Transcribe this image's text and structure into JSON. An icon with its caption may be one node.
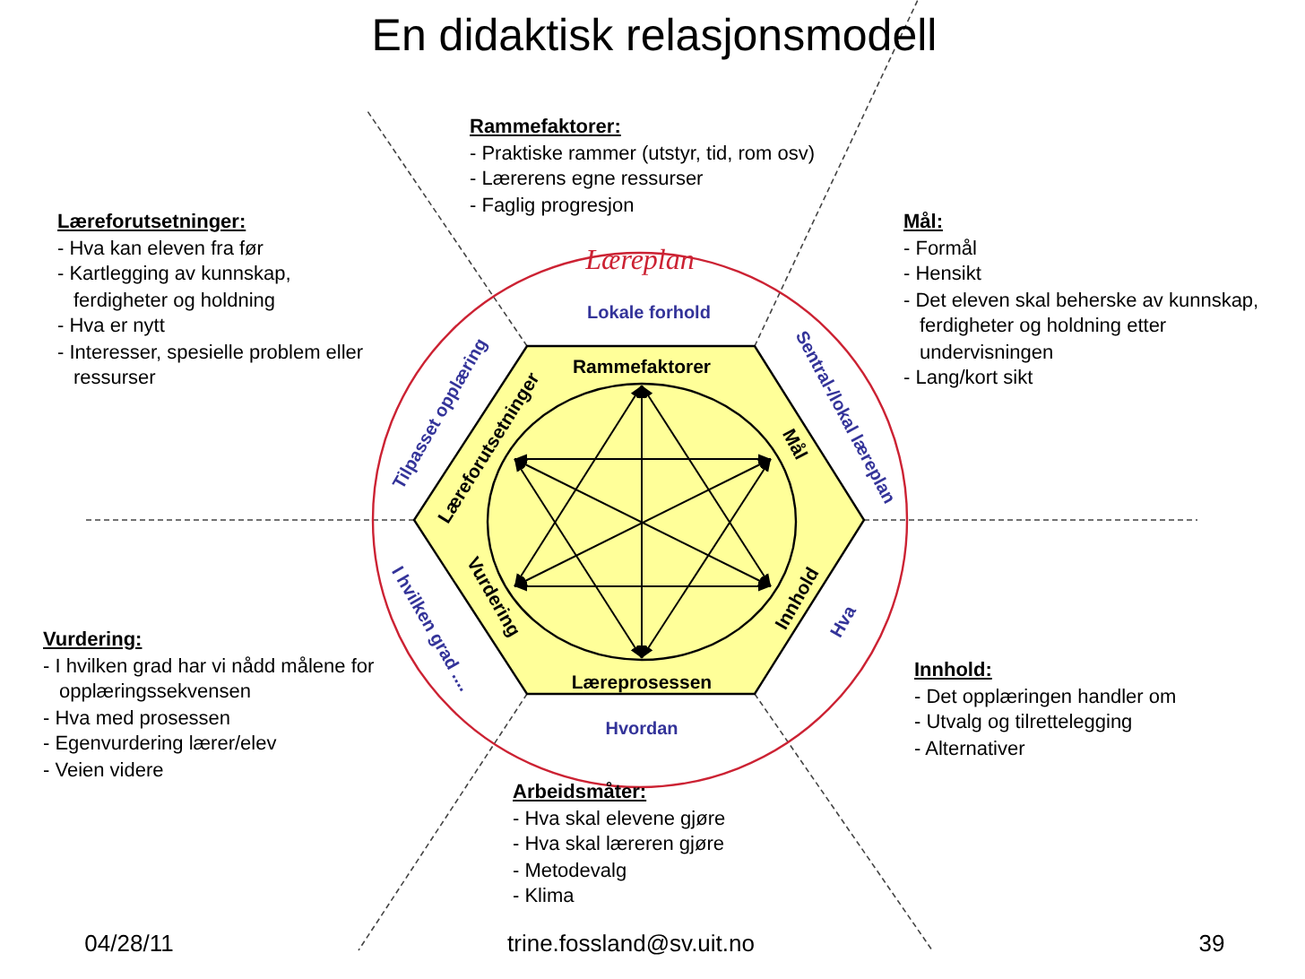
{
  "diagram": {
    "title": "En didaktisk relasjonsmodell",
    "nodes": [
      {
        "text": [
          "Rammefaktorer"
        ]
      },
      {
        "text": [
          "Læreforutsetninger"
        ]
      },
      {
        "text": [
          "Mål"
        ]
      },
      {
        "text": [
          "Vurdering"
        ]
      },
      {
        "text": [
          "Innhold"
        ]
      },
      {
        "text": [
          "Læreprosessen"
        ]
      }
    ],
    "edges": [
      {
        "from": 0,
        "to": 5,
        "arrow": "both"
      },
      {
        "from": 1,
        "to": 2,
        "arrow": "both"
      },
      {
        "from": 3,
        "to": 4,
        "arrow": "both"
      },
      {
        "from": 0,
        "to": 3,
        "arrow": "both"
      },
      {
        "from": 0,
        "to": 4,
        "arrow": "both"
      },
      {
        "from": 5,
        "to": 1,
        "arrow": "both"
      },
      {
        "from": 5,
        "to": 2,
        "arrow": "both"
      },
      {
        "from": 1,
        "to": 4,
        "arrow": "both"
      },
      {
        "from": 2,
        "to": 3,
        "arrow": "both"
      }
    ],
    "labels": [
      "Rammefaktorer:",
      "- Praktiske rammer (utstyr, tid, rom osv)",
      "- Lærerens egne ressurser",
      "- Faglig progresjon",
      "Læreforutsetninger:",
      "- Hva kan eleven fra før",
      "- Kartlegging av kunnskap, ferdigheter og holdning",
      "- Hva er nytt",
      "- Interesser, spesielle problem eller ressurser",
      "Mål:",
      "- Formål",
      "- Hensikt",
      "- Det eleven skal beherske av kunnskap, ferdigheter og holdning etter undervisningen",
      "- Lang/kort sikt",
      "Læreplan",
      "Lokale forhold",
      "Tilpasset opplæring",
      "Sentral-/lokal læreplan",
      "I hvilken grad ....",
      "Hva",
      "Hvordan",
      "Vurdering:",
      "- I hvilken grad har vi nådd målene for opplæringssekvensen",
      "- Hva med prosessen",
      "- Egenvurdering lærer/elev",
      "- Veien videre",
      "Innhold:",
      "- Det opplæringen handler om",
      "- Utvalg og tilrettelegging",
      "- Alternativer",
      "Arbeidsmåter:",
      "- Hva skal elevene gjøre",
      "- Hva skal læreren gjøre",
      "- Metodevalg",
      "- Klima",
      "04/28/11",
      "trine.fossland@sv.uit.no",
      "39"
    ]
  }
}
